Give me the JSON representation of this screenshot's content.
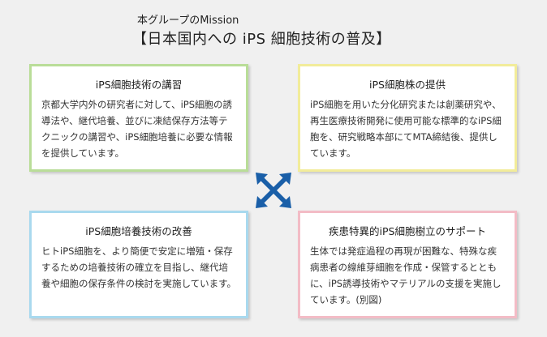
{
  "header": {
    "subtitle": "本グループのMission",
    "title": "【日本国内への iPS 細胞技術の普及】"
  },
  "cards": [
    {
      "id": "tl",
      "title": "iPS細胞技術の講習",
      "body": "京都大学内外の研究者に対して、iPS細胞の誘導法や、継代培養、並びに凍結保存方法等テクニックの講習や、iPS細胞培養に必要な情報を提供しています。",
      "border_color": "#b9dd98"
    },
    {
      "id": "tr",
      "title": "iPS細胞株の提供",
      "body": "iPS細胞を用いた分化研究または創薬研究や、再生医療技術開発に使用可能な標準的なiPS細胞を、研究戦略本部にてMTA締結後、提供しています。",
      "border_color": "#f2ec9a"
    },
    {
      "id": "bl",
      "title": "iPS細胞培養技術の改善",
      "body": "ヒトiPS細胞を、より簡便で安定に増殖・保存するための培養技術の確立を目指し、継代培養や細胞の保存条件の検討を実施しています。",
      "border_color": "#a9d9ee"
    },
    {
      "id": "br",
      "title": "疾患特異的iPS細胞樹立のサポート",
      "body": "生体では発症過程の再現が困難な、特殊な疾病患者の線維芽細胞を作成・保管するとともに、iPS誘導技術やマテリアルの支援を実施しています。(別図)",
      "border_color": "#f3bcc6"
    }
  ],
  "arrow_color": "#1a5fa8"
}
